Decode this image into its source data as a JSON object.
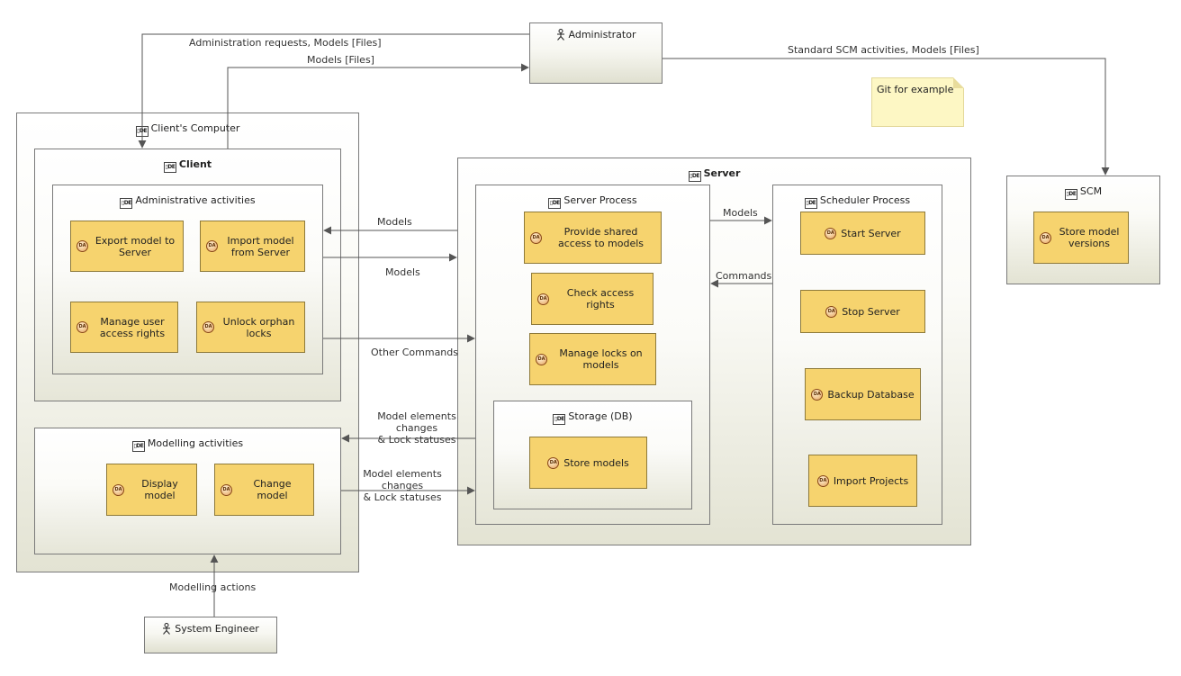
{
  "nodes": {
    "clients_computer": "Client's Computer",
    "client": "Client",
    "administrative_activities": "Administrative activities",
    "modelling_activities": "Modelling activities",
    "server": "Server",
    "server_process": "Server Process",
    "scheduler_process": "Scheduler Process",
    "storage_db": "Storage (DB)",
    "scm": "SCM"
  },
  "functions": {
    "export_model": "Export model to Server",
    "import_model": "Import model from Server",
    "manage_user_access": "Manage user access rights",
    "unlock_orphan_locks": "Unlock orphan locks",
    "display_model": "Display model",
    "change_model": "Change model",
    "provide_shared_access": "Provide shared access to models",
    "check_access_rights": "Check access rights",
    "manage_locks": "Manage locks on models",
    "store_models": "Store models",
    "start_server": "Start Server",
    "stop_server": "Stop Server",
    "backup_database": "Backup Database",
    "import_projects": "Import Projects",
    "store_model_versions": "Store model versions"
  },
  "actors": {
    "administrator": "Administrator",
    "system_engineer": "System Engineer"
  },
  "note": "Git for example",
  "edge_labels": {
    "admin_requests": "Administration requests, Models [Files]",
    "models_files": "Models [Files]",
    "standard_scm": "Standard SCM activities, Models [Files]",
    "models_to_client": "Models",
    "models_to_server": "Models",
    "other_commands": "Other Commands",
    "model_changes_to_client": "Model elements changes\n& Lock statuses",
    "model_changes_to_server": "Model elements changes\n& Lock statuses",
    "models_to_scheduler": "Models",
    "commands": "Commands",
    "modelling_actions": "Modelling actions"
  },
  "icons": {
    "node_icon": "deployment-node-icon",
    "function_icon": "function-icon",
    "actor_icon": "actor-stick-figure-icon"
  },
  "colors": {
    "function_fill": "#f6d36e",
    "function_border": "#8e7a3a",
    "note_fill": "#fdf7c4",
    "edge": "#555555"
  }
}
